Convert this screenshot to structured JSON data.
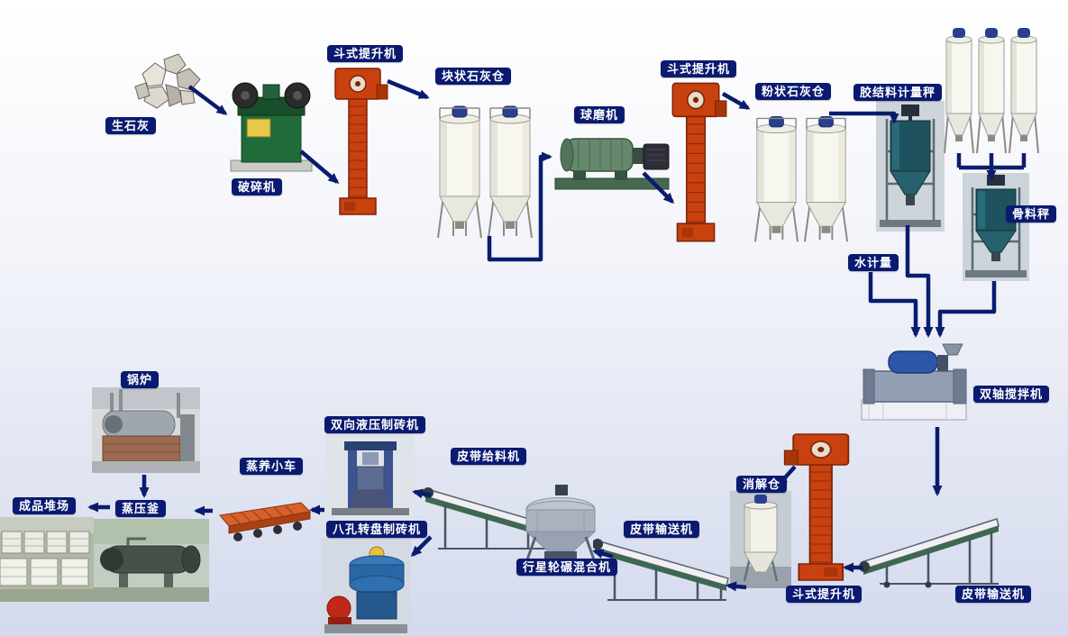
{
  "palette": {
    "label_bg": "#0a1a70",
    "label_text": "#ffffff",
    "arrow": "#0a1c6e",
    "bg_top": "#ffffff",
    "bg_bottom": "#d4daee"
  },
  "nodes": {
    "quicklime": {
      "label": "生石灰"
    },
    "crusher": {
      "label": "破碎机"
    },
    "bucket_elevator_1": {
      "label": "斗式提升机"
    },
    "lump_lime_silo": {
      "label": "块状石灰仓"
    },
    "ball_mill": {
      "label": "球磨机"
    },
    "bucket_elevator_2": {
      "label": "斗式提升机"
    },
    "powder_lime_silo": {
      "label": "粉状石灰仓"
    },
    "binder_scale": {
      "label": "胶结料计量秤"
    },
    "aggregate_scale": {
      "label": "骨料秤"
    },
    "water_meter": {
      "label": "水计量"
    },
    "twin_shaft_mixer": {
      "label": "双轴搅拌机"
    },
    "slaking_silo": {
      "label": "消解仓"
    },
    "bucket_elevator_3": {
      "label": "斗式提升机"
    },
    "belt_conveyor_right": {
      "label": "皮带输送机"
    },
    "belt_conveyor_mid": {
      "label": "皮带输送机"
    },
    "belt_feeder": {
      "label": "皮带给料机"
    },
    "planetary_mixer": {
      "label": "行星轮碾混合机"
    },
    "hydraulic_brick_machine": {
      "label": "双向液压制砖机"
    },
    "rotary_brick_machine": {
      "label": "八孔转盘制砖机"
    },
    "steam_cart": {
      "label": "蒸养小车"
    },
    "autoclave": {
      "label": "蒸压釜"
    },
    "boiler": {
      "label": "锅炉"
    },
    "product_yard": {
      "label": "成品堆场"
    }
  },
  "flows": [
    {
      "from": "quicklime",
      "to": "crusher"
    },
    {
      "from": "crusher",
      "to": "bucket_elevator_1"
    },
    {
      "from": "bucket_elevator_1",
      "to": "lump_lime_silo"
    },
    {
      "from": "lump_lime_silo",
      "to": "ball_mill"
    },
    {
      "from": "ball_mill",
      "to": "bucket_elevator_2"
    },
    {
      "from": "bucket_elevator_2",
      "to": "powder_lime_silo"
    },
    {
      "from": "powder_lime_silo",
      "to": "binder_scale"
    },
    {
      "from": "aggregate_silos",
      "to": "aggregate_scale"
    },
    {
      "from": "binder_scale",
      "to": "twin_shaft_mixer"
    },
    {
      "from": "water_meter",
      "to": "twin_shaft_mixer"
    },
    {
      "from": "aggregate_scale",
      "to": "twin_shaft_mixer"
    },
    {
      "from": "twin_shaft_mixer",
      "to": "belt_conveyor_right"
    },
    {
      "from": "belt_conveyor_right",
      "to": "bucket_elevator_3"
    },
    {
      "from": "bucket_elevator_3",
      "to": "slaking_silo"
    },
    {
      "from": "slaking_silo",
      "to": "belt_conveyor_mid"
    },
    {
      "from": "belt_conveyor_mid",
      "to": "planetary_mixer"
    },
    {
      "from": "planetary_mixer",
      "to": "belt_feeder"
    },
    {
      "from": "belt_feeder",
      "to": "hydraulic_brick_machine"
    },
    {
      "from": "belt_feeder",
      "to": "rotary_brick_machine"
    },
    {
      "from": "hydraulic_brick_machine",
      "to": "steam_cart"
    },
    {
      "from": "rotary_brick_machine",
      "to": "steam_cart"
    },
    {
      "from": "steam_cart",
      "to": "autoclave"
    },
    {
      "from": "boiler",
      "to": "autoclave"
    },
    {
      "from": "autoclave",
      "to": "product_yard"
    }
  ]
}
